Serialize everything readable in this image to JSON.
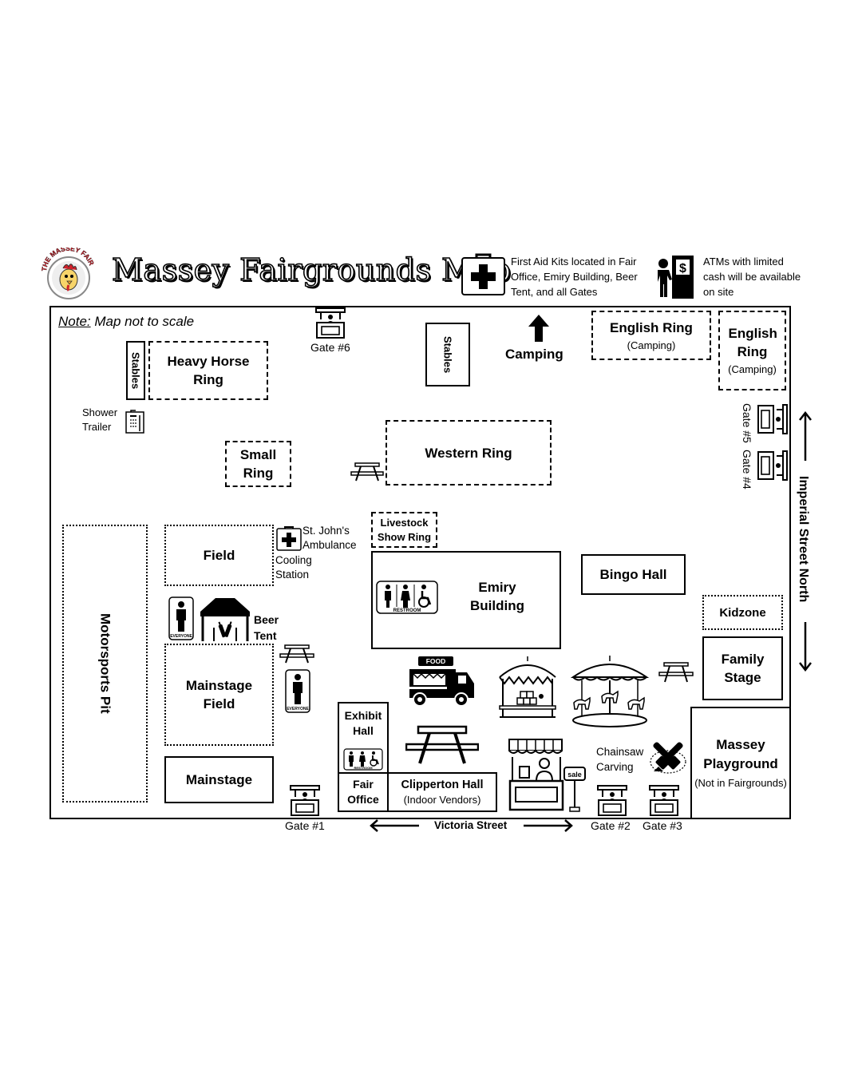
{
  "header": {
    "logo_text": "THE MASSEY FAIR",
    "title": "Massey Fairgrounds Map",
    "first_aid_note": "First Aid Kits located in Fair Office, Emiry Building, Beer Tent, and all Gates",
    "atm_note": "ATMs with limited cash will be available on site"
  },
  "map": {
    "note_label": "Note:",
    "note_text": "Map not to scale",
    "locations": {
      "stables_left": "Stables",
      "heavy_horse_ring": "Heavy Horse Ring",
      "gate6": "Gate #6",
      "stables_center": "Stables",
      "camping": "Camping",
      "english_ring_1": "English Ring",
      "english_ring_1_sub": "(Camping)",
      "english_ring_2": "English Ring",
      "english_ring_2_sub": "(Camping)",
      "shower_trailer": "Shower Trailer",
      "small_ring": "Small Ring",
      "western_ring": "Western Ring",
      "gate5": "Gate #5",
      "gate4": "Gate #4",
      "imperial_street": "Imperial Street North",
      "livestock_show_ring": "Livestock Show Ring",
      "field": "Field",
      "st_johns": "St. John's Ambulance",
      "cooling_station": "Cooling Station",
      "emiry_building": "Emiry Building",
      "bingo_hall": "Bingo Hall",
      "kidzone": "Kidzone",
      "motorsports_pit": "Motorsports Pit",
      "beer_tent": "Beer Tent",
      "mainstage_field": "Mainstage Field",
      "family_stage": "Family Stage",
      "exhibit_hall": "Exhibit Hall",
      "massey_playground": "Massey Playground",
      "massey_playground_sub": "(Not in Fairgrounds)",
      "chainsaw_carving": "Chainsaw Carving",
      "mainstage": "Mainstage",
      "fair_office": "Fair Office",
      "clipperton_hall": "Clipperton Hall",
      "clipperton_hall_sub": "(Indoor Vendors)",
      "gate1": "Gate #1",
      "victoria_street": "Victoria Street",
      "gate2": "Gate #2",
      "gate3": "Gate #3"
    },
    "icon_text": {
      "restroom": "RESTROOM",
      "everyone": "EVERYONE",
      "food": "FOOD",
      "sale": "sale"
    }
  },
  "colors": {
    "logo_red": "#d0202a",
    "logo_yellow": "#f3c21b"
  }
}
